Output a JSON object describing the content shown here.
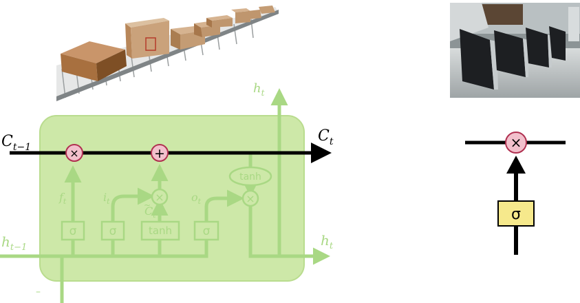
{
  "lstm": {
    "cell_in": "C",
    "cell_in_sub": "t−1",
    "cell_out": "C",
    "cell_out_sub": "t",
    "hidden_in": "h",
    "hidden_in_sub": "t−1",
    "hidden_out_top": "h",
    "hidden_out_top_sub": "t",
    "hidden_out_right": "h",
    "hidden_out_right_sub": "t",
    "forget_label": "f",
    "forget_sub": "t",
    "input_label": "i",
    "input_sub": "t",
    "candidate_label": "C",
    "candidate_sub": "t",
    "output_label": "o",
    "output_sub": "t",
    "sigma": "σ",
    "tanh": "tanh",
    "times": "×",
    "plus": "+",
    "input_stub": "–"
  },
  "gate_detail": {
    "sigma": "σ",
    "times": "×"
  },
  "colors": {
    "cell_box": "#cde8a8",
    "cell_box_stroke": "#b9dc8e",
    "faded_line": "#a9d884",
    "pointwise": "#f2c0cc",
    "pointwise_stroke": "#b03050",
    "gate_yellow": "#f6e98c",
    "line": "#000000"
  }
}
